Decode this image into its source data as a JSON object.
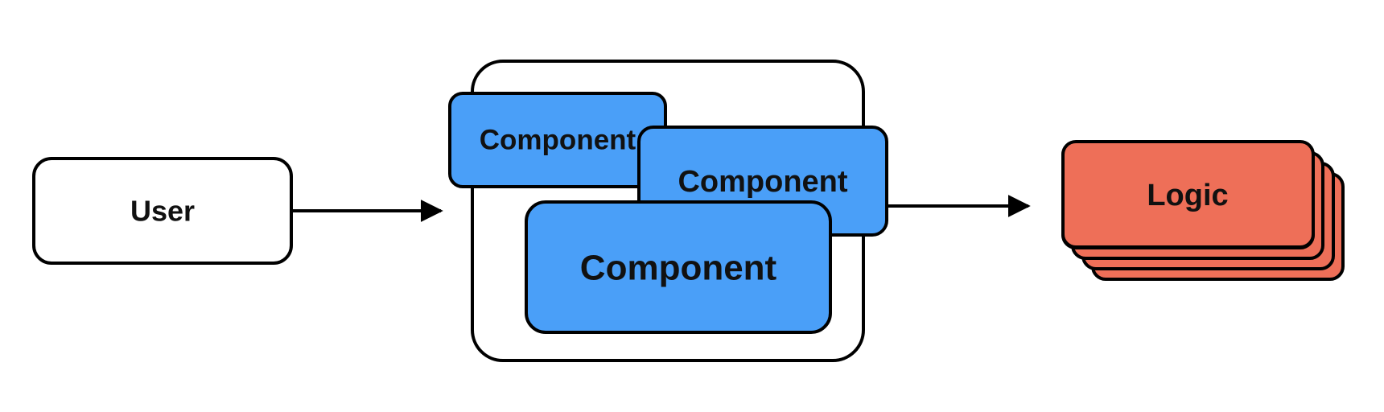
{
  "colors": {
    "stroke": "#000000",
    "user_fill": "#ffffff",
    "container_fill": "#ffffff",
    "component_fill": "#4a9ff8",
    "logic_fill": "#ee6f58"
  },
  "nodes": {
    "user": {
      "label": "User"
    },
    "component_top_left": {
      "label": "Component"
    },
    "component_middle_right": {
      "label": "Component"
    },
    "component_bottom": {
      "label": "Component"
    },
    "logic": {
      "label": "Logic"
    }
  }
}
